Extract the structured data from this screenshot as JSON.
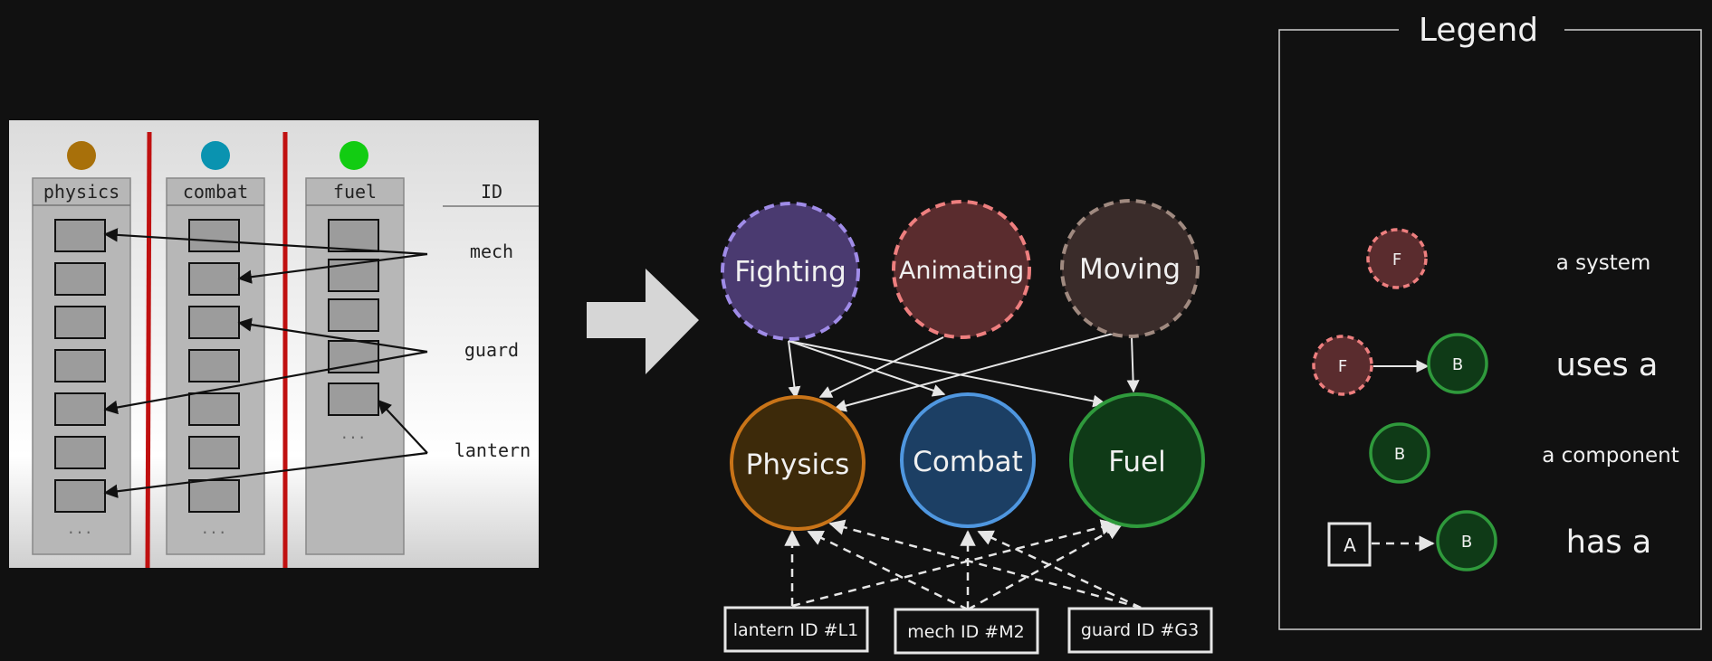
{
  "table_panel": {
    "columns": [
      {
        "name": "physics",
        "dot_color": "#a8700a"
      },
      {
        "name": "combat",
        "dot_color": "#0a93b0"
      },
      {
        "name": "fuel",
        "dot_color": "#12cc12"
      }
    ],
    "id_header": "ID",
    "ids": [
      "mech",
      "guard",
      "lantern"
    ],
    "ellipsis": "...",
    "divider_color": "#c01010"
  },
  "systems": [
    {
      "label": "Fighting",
      "fill": "#4a3a70",
      "stroke": "#a08ce8"
    },
    {
      "label": "Animating",
      "fill": "#5a2c2e",
      "stroke": "#ee7f7f"
    },
    {
      "label": "Moving",
      "fill": "#3a2c2a",
      "stroke": "#a08a80"
    }
  ],
  "components": [
    {
      "label": "Physics",
      "fill": "#3d2a0a",
      "stroke": "#c97418"
    },
    {
      "label": "Combat",
      "fill": "#1c3f64",
      "stroke": "#4f97e0"
    },
    {
      "label": "Fuel",
      "fill": "#0f3a17",
      "stroke": "#2f9a3c"
    }
  ],
  "entities": [
    "lantern ID #L1",
    "mech ID #M2",
    "guard ID #G3"
  ],
  "legend": {
    "title": "Legend",
    "system_glyph": "F",
    "component_glyph": "B",
    "entity_glyph": "A",
    "rows": [
      "a system",
      "uses a",
      "a component",
      "has a"
    ]
  }
}
